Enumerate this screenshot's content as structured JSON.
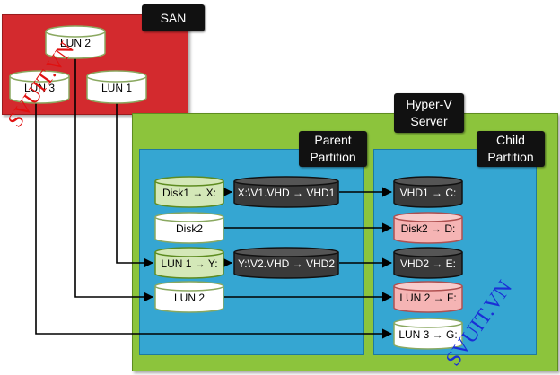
{
  "labels": {
    "san": "SAN",
    "hyperv_line1": "Hyper-V",
    "hyperv_line2": "Server",
    "parent_line1": "Parent",
    "parent_line2": "Partition",
    "child_line1": "Child",
    "child_line2": "Partition"
  },
  "san_luns": {
    "lun2": "LUN 2",
    "lun3": "LUN 3",
    "lun1": "LUN 1"
  },
  "parent_disks": {
    "disk1": "Disk1 → X:",
    "disk2": "Disk2",
    "lun1": "LUN 1 → Y:",
    "lun2": "LUN 2"
  },
  "vhd_files": {
    "vhd1": "X:\\V1.VHD → VHD1",
    "vhd2": "Y:\\V2.VHD → VHD2"
  },
  "child_disks": {
    "vhd1": "VHD1 → C:",
    "disk2": "Disk2 → D:",
    "vhd2": "VHD2 → E:",
    "lun2": "LUN 2 → F:",
    "lun3": "LUN 3 → G:"
  },
  "watermarks": {
    "left": "SVUIT.VN",
    "right": "SVUIT.VN"
  },
  "colors": {
    "san": "#d32a2e",
    "hyperv": "#8cc43c",
    "partition": "#35a6d2",
    "disk_green": "#d4e8b8",
    "disk_white": "#ffffff",
    "disk_pink": "#f5b4b4",
    "disk_dark": "#3a3a3a"
  }
}
